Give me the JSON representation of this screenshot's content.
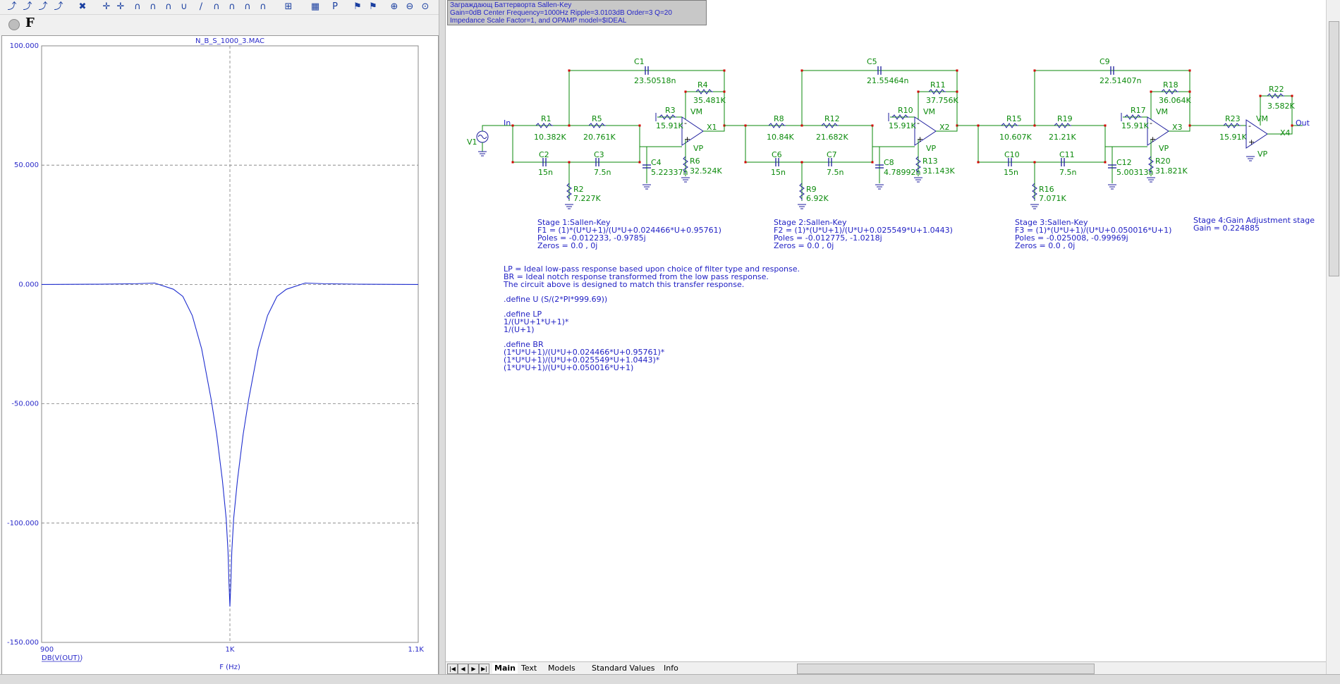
{
  "toolbar": {
    "icons": [
      "cursor-icon",
      "cursor-icon",
      "cursor-icon",
      "cursor-icon",
      "delete-icon",
      "marker-icon",
      "marker-icon",
      "peak-icon",
      "peak-icon",
      "peak-icon",
      "valley-icon",
      "slope-icon",
      "peak-icon",
      "peak-icon",
      "peak-icon",
      "peak-icon",
      "label-icon",
      "grid-icon",
      "p-icon",
      "tag-icon",
      "tag-icon",
      "zoom-in-icon",
      "zoom-out-icon",
      "zoom-fit-icon"
    ],
    "format_label": "F"
  },
  "plot": {
    "title": "N_B_S_1000_3.MAC",
    "xlabel": "F (Hz)",
    "trace_label": "DB(V(OUT))",
    "colors": {
      "trace": "#1f2ecf",
      "axis_text": "#2929c9",
      "grid": "#7a7a7a"
    }
  },
  "chart_data": {
    "type": "line",
    "title": "N_B_S_1000_3.MAC",
    "xlabel": "F (Hz)",
    "ylabel": "",
    "xlim": [
      900,
      1100
    ],
    "ylim": [
      -150,
      100
    ],
    "x_tick_labels": [
      "900",
      "1K",
      "1.1K"
    ],
    "y_tick_labels": [
      "100.000",
      "50.000",
      "0.000",
      "-50.000",
      "-100.000",
      "-150.000"
    ],
    "grid": true,
    "series": [
      {
        "name": "DB(V(OUT))",
        "x": [
          900,
          930,
          950,
          960,
          970,
          975,
          980,
          985,
          990,
          993,
          996,
          998,
          999,
          999.5,
          1000,
          1000.5,
          1001,
          1002,
          1004,
          1007,
          1010,
          1015,
          1020,
          1025,
          1030,
          1040,
          1050,
          1070,
          1100
        ],
        "y": [
          0,
          0.1,
          0.3,
          0.6,
          -2,
          -5,
          -13,
          -27,
          -48,
          -63,
          -82,
          -98,
          -112,
          -125,
          -135,
          -125,
          -112,
          -98,
          -82,
          -63,
          -48,
          -27,
          -13,
          -5,
          -2,
          0.6,
          0.3,
          0.1,
          0
        ]
      }
    ]
  },
  "info": {
    "line1": "Заграждающ Баттерворта Sallen-Key",
    "line2": "Gain=0dB Center Frequency=1000Hz Ripple=3.0103dB Order=3 Q=20",
    "line3": "Impedance Scale Factor=1, and OPAMP model=$IDEAL"
  },
  "schematic": {
    "source": {
      "name": "V1",
      "in_label": "In"
    },
    "out_label": "Out",
    "opamp_pins": {
      "minus": "VM",
      "plus": "VP"
    },
    "stage1": {
      "C1": {
        "name": "C1",
        "value": "23.50518n"
      },
      "R4": {
        "name": "R4",
        "value": "35.481K"
      },
      "R3": {
        "name": "R3",
        "value": "15.91K"
      },
      "R1": {
        "name": "R1",
        "value": "10.382K"
      },
      "R5": {
        "name": "R5",
        "value": "20.761K"
      },
      "C2": {
        "name": "C2",
        "value": "15n"
      },
      "C3": {
        "name": "C3",
        "value": "7.5n"
      },
      "C4": {
        "name": "C4",
        "value": "5.22337n"
      },
      "R6": {
        "name": "R6",
        "value": "32.524K"
      },
      "R2": {
        "name": "R2",
        "value": "7.227K"
      },
      "X": "X1"
    },
    "stage2": {
      "C5": {
        "name": "C5",
        "value": "21.55464n"
      },
      "R11": {
        "name": "R11",
        "value": "37.756K"
      },
      "R10": {
        "name": "R10",
        "value": "15.91K"
      },
      "R8": {
        "name": "R8",
        "value": "10.84K"
      },
      "R12": {
        "name": "R12",
        "value": "21.682K"
      },
      "C6": {
        "name": "C6",
        "value": "15n"
      },
      "C7": {
        "name": "C7",
        "value": "7.5n"
      },
      "C8": {
        "name": "C8",
        "value": "4.78992n"
      },
      "R13": {
        "name": "R13",
        "value": "31.143K"
      },
      "R9": {
        "name": "R9",
        "value": "6.92K"
      },
      "X": "X2"
    },
    "stage3": {
      "C9": {
        "name": "C9",
        "value": "22.51407n"
      },
      "R18": {
        "name": "R18",
        "value": "36.064K"
      },
      "R17": {
        "name": "R17",
        "value": "15.91K"
      },
      "R15": {
        "name": "R15",
        "value": "10.607K"
      },
      "R19": {
        "name": "R19",
        "value": "21.21K"
      },
      "C10": {
        "name": "C10",
        "value": "15n"
      },
      "C11": {
        "name": "C11",
        "value": "7.5n"
      },
      "C12": {
        "name": "C12",
        "value": "5.00313n"
      },
      "R20": {
        "name": "R20",
        "value": "31.821K"
      },
      "R16": {
        "name": "R16",
        "value": "7.071K"
      },
      "X": "X3"
    },
    "stage4": {
      "R22": {
        "name": "R22",
        "value": "3.582K"
      },
      "R23": {
        "name": "R23",
        "value": "15.91K"
      },
      "X": "X4"
    },
    "stage_notes": [
      {
        "title": "Stage 1:Sallen-Key",
        "f": "F1 = (1)*(U*U+1)/(U*U+0.024466*U+0.95761)",
        "poles": "Poles = -0.012233, -0.9785j",
        "zeros": "Zeros = 0.0 , 0j"
      },
      {
        "title": "Stage 2:Sallen-Key",
        "f": "F2 = (1)*(U*U+1)/(U*U+0.025549*U+1.0443)",
        "poles": "Poles = -0.012775, -1.0218j",
        "zeros": "Zeros = 0.0 , 0j"
      },
      {
        "title": "Stage 3:Sallen-Key",
        "f": "F3 = (1)*(U*U+1)/(U*U+0.050016*U+1)",
        "poles": "Poles = -0.025008, -0.99969j",
        "zeros": "Zeros = 0.0 , 0j"
      },
      {
        "title": "Stage 4:Gain Adjustment stage",
        "f": "Gain = 0.224885"
      }
    ],
    "notes": {
      "lp": "LP = Ideal low-pass response based upon choice of filter type and response.",
      "br": "BR = Ideal notch response transformed from the low pass response.",
      "match": "The circuit above is designed to match this transfer response.",
      "define_u": ".define U (S/(2*PI*999.69))",
      "define_lp": ".define LP",
      "lp1": "1/(U*U+1*U+1)*",
      "lp2": "1/(U+1)",
      "define_br": ".define BR",
      "br1": "(1*U*U+1)/(U*U+0.024466*U+0.95761)*",
      "br2": "(1*U*U+1)/(U*U+0.025549*U+1.0443)*",
      "br3": "(1*U*U+1)/(U*U+0.050016*U+1)"
    }
  },
  "tabs": [
    "Main",
    "Text",
    "Models",
    "Standard Values",
    "Info"
  ],
  "active_tab": "Main",
  "nav_buttons": [
    "|◀",
    "◀",
    "▶",
    "▶|"
  ]
}
